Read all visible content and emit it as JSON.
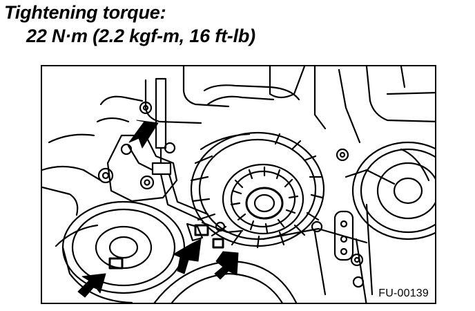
{
  "heading": {
    "title": "Tightening torque:",
    "torque_value": "22 N·m (2.2 kgf-m, 16 ft-lb)"
  },
  "figure": {
    "code": "FU-00139",
    "icons": [
      "alternator-illustration",
      "pulley-illustration",
      "arrow-icon",
      "bolt-icon"
    ],
    "colors": {
      "ink": "#000000",
      "paper": "#ffffff"
    }
  }
}
